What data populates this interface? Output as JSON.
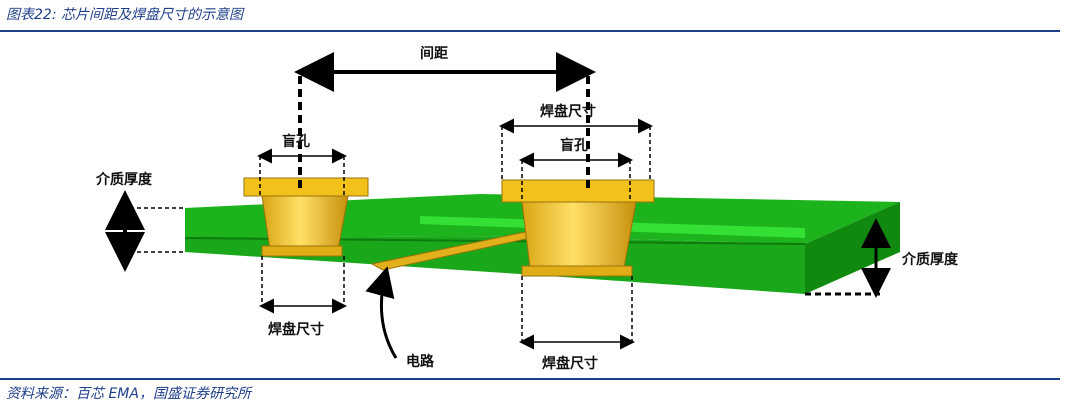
{
  "figure_title": "图表22: 芯片间距及焊盘尺寸的示意图",
  "source": "资料来源：百芯 EMA，国盛证券研究所",
  "labels": {
    "spacing": "间距",
    "pad_size": "焊盘尺寸",
    "blind_hole": "盲孔",
    "dielectric_thickness": "介质厚度",
    "circuit": "电路"
  },
  "colors": {
    "title_blue": "#1f3f8a",
    "board_green": "#1cb31c",
    "board_dark_green": "#0c7a0c",
    "pad_gold": "#f2c21b",
    "pad_dark": "#b8860b"
  }
}
